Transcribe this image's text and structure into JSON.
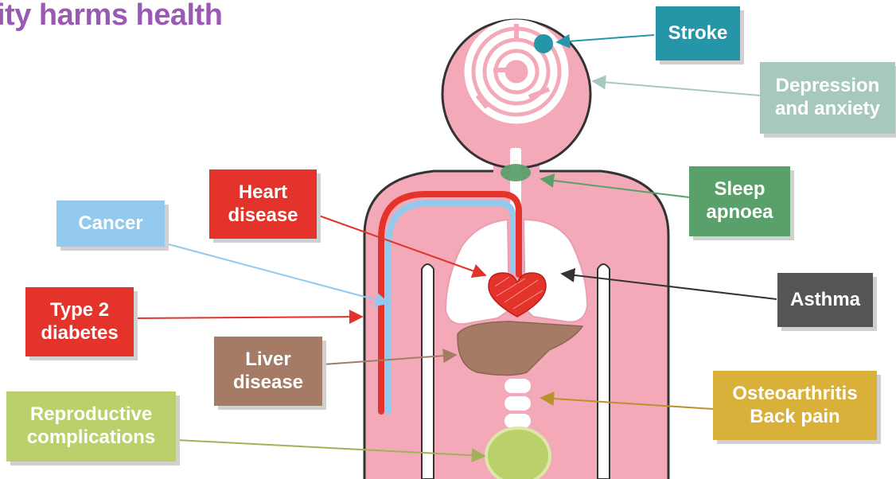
{
  "title": {
    "text": "ity harms health",
    "color": "#9b59b6"
  },
  "colors": {
    "body": "#f4a9b9",
    "body_outline": "#333333",
    "heart": "#e02b2b",
    "liver": "#a57b65",
    "lungs": "#ffffff",
    "spine": "#ffffff",
    "pelvis": "#b9d06b"
  },
  "labels": [
    {
      "id": "stroke",
      "text": "Stroke",
      "color": "#2596a8"
    },
    {
      "id": "depression",
      "text": "Depression\nand anxiety",
      "color": "#a7c9bd"
    },
    {
      "id": "sleep",
      "text": "Sleep\napnoea",
      "color": "#5aa06a"
    },
    {
      "id": "asthma",
      "text": "Asthma",
      "color": "#555555"
    },
    {
      "id": "osteo",
      "text": "Osteoarthritis\nBack pain",
      "color": "#d8b03a"
    },
    {
      "id": "heart",
      "text": "Heart\ndisease",
      "color": "#e4332b"
    },
    {
      "id": "cancer",
      "text": "Cancer",
      "color": "#92c9ec"
    },
    {
      "id": "diabetes",
      "text": "Type 2\ndiabetes",
      "color": "#e4332b"
    },
    {
      "id": "liver",
      "text": "Liver\ndisease",
      "color": "#a57b65"
    },
    {
      "id": "repro",
      "text": "Reproductive\ncomplications",
      "color": "#b9d06b"
    }
  ]
}
